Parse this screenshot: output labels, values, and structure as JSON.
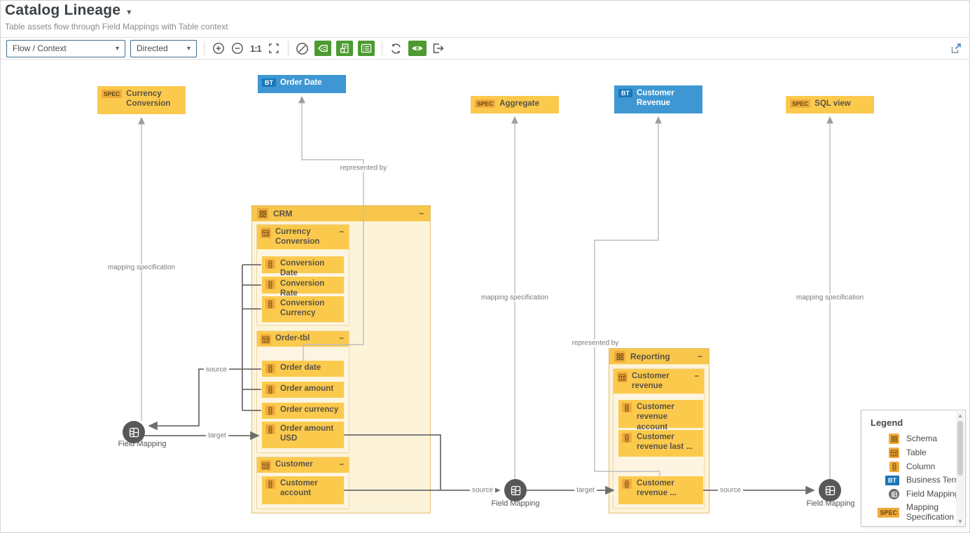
{
  "header": {
    "title": "Catalog Lineage",
    "subtitle": "Table assets flow through Field Mappings with Table context"
  },
  "ui": {
    "title_caret": "▾",
    "select_caret": "▾",
    "collapse_glyph": "–"
  },
  "toolbar": {
    "layout_select": "Flow / Context",
    "direction_select": "Directed",
    "zoom_actual": "1:1"
  },
  "diagram": {
    "top_nodes": [
      {
        "badge": "SPEC",
        "label": "Currency Conversion"
      },
      {
        "badge": "BT",
        "label": "Order Date"
      },
      {
        "badge": "SPEC",
        "label": "Aggregate"
      },
      {
        "badge": "BT",
        "label": "Customer Revenue"
      },
      {
        "badge": "SPEC",
        "label": "SQL view"
      }
    ],
    "groups": [
      {
        "name": "CRM",
        "tables": [
          {
            "name": "Currency Conversion",
            "columns": [
              "Conversion Date",
              "Conversion Rate",
              "Conversion Currency"
            ]
          },
          {
            "name": "Order-tbl",
            "columns": [
              "Order date",
              "Order amount",
              "Order currency",
              "Order amount USD"
            ]
          },
          {
            "name": "Customer",
            "columns": [
              "Customer account"
            ]
          }
        ]
      },
      {
        "name": "Reporting",
        "tables": [
          {
            "name": "Customer revenue",
            "columns": [
              "Customer revenue account",
              "Customer revenue last ...",
              "Customer revenue ..."
            ]
          }
        ]
      }
    ],
    "field_mapping_label": "Field Mapping",
    "edge_labels": {
      "mapping_specification": "mapping specification",
      "represented_by": "represented by",
      "source": "source",
      "target": "target"
    }
  },
  "legend": {
    "title": "Legend",
    "items": [
      {
        "icon": "schema-icon",
        "label": "Schema"
      },
      {
        "icon": "table-icon",
        "label": "Table"
      },
      {
        "icon": "column-icon",
        "label": "Column"
      },
      {
        "icon": "business-term-icon",
        "label": "Business Term",
        "badge": "BT"
      },
      {
        "icon": "field-mapping-icon",
        "label": "Field Mapping"
      },
      {
        "icon": "mapping-specification-icon",
        "label": "Mapping Specification",
        "badge": "SPEC"
      }
    ]
  },
  "colors": {
    "node_amber": "#fbca4d",
    "chip_amber": "#f0a93c",
    "group_body": "#fdf3d9",
    "node_blue": "#3e97d2",
    "badge_blue": "#1a77b7",
    "field_mapping_gray": "#58585a",
    "toolbar_green": "#4d9b30",
    "edge_light": "#bdbdbd",
    "edge_dark": "#6e6e6e"
  }
}
